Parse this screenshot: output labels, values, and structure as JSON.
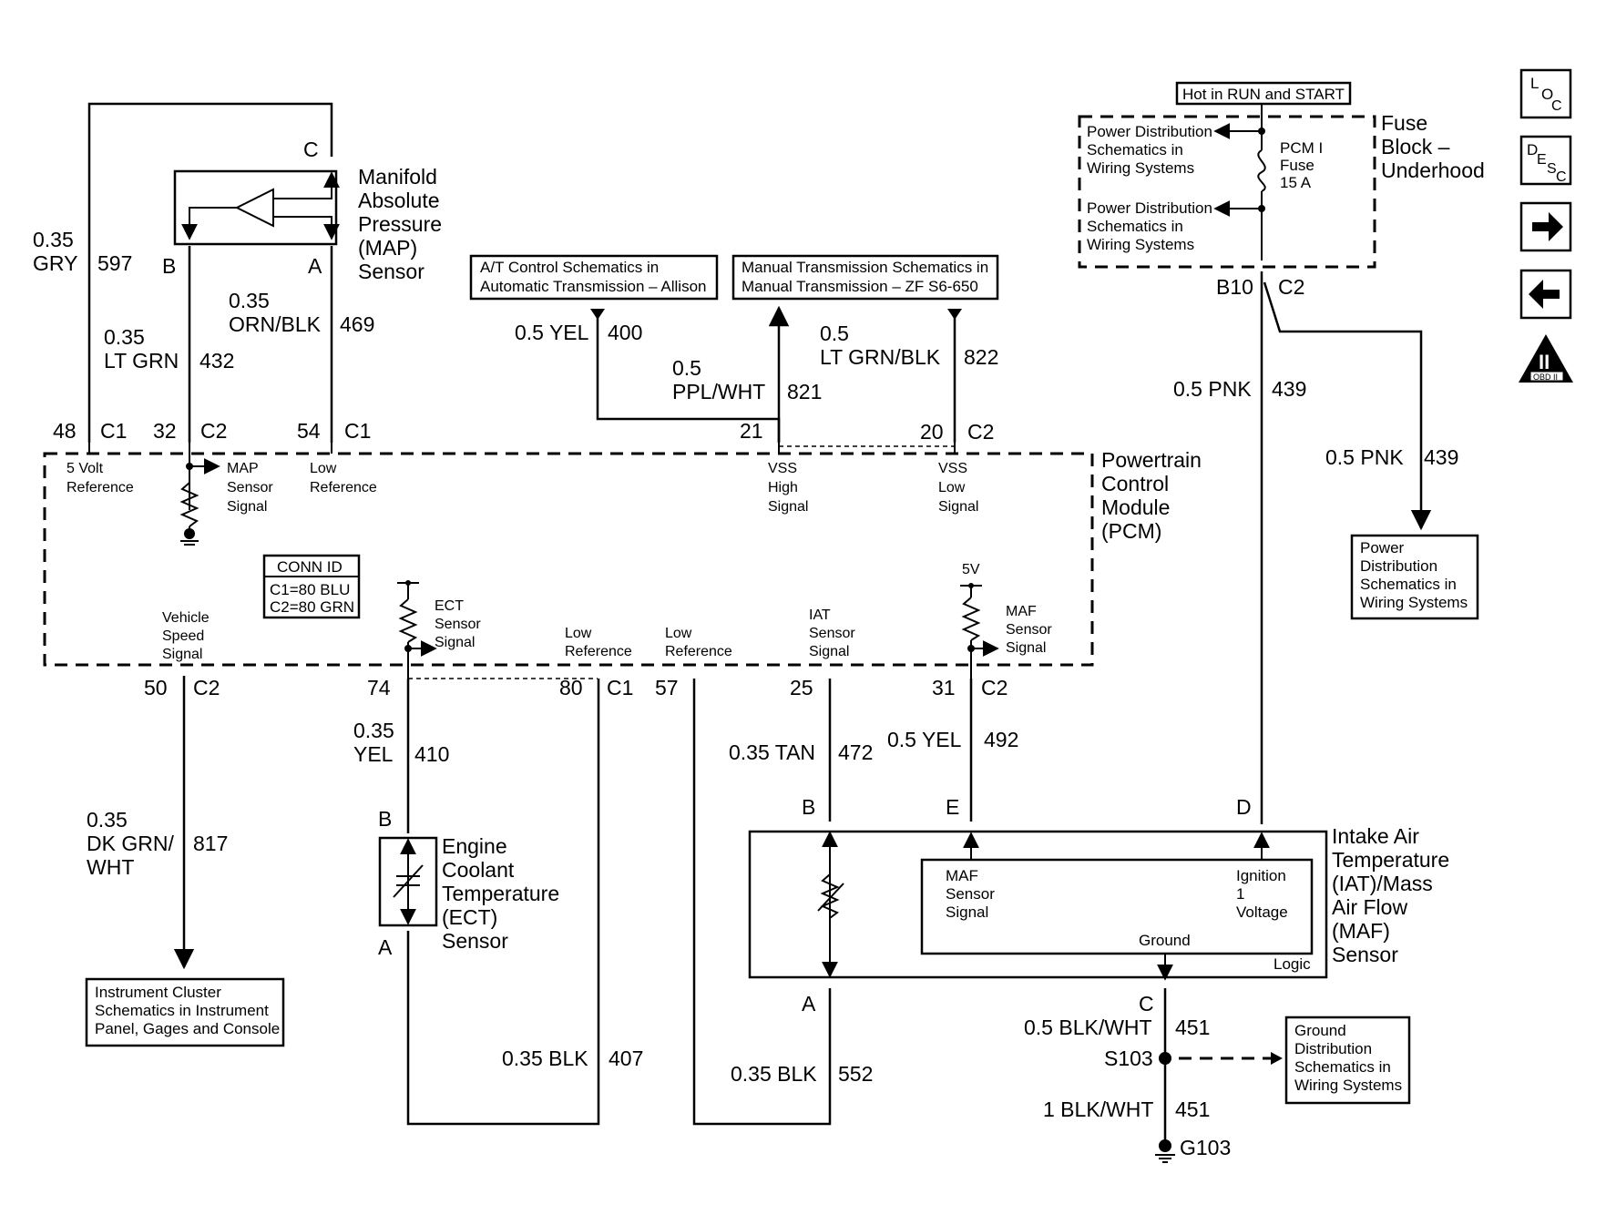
{
  "nav_icons": {
    "loc": {
      "main": "L",
      "a": "O",
      "b": "C"
    },
    "desc": {
      "main": "D",
      "a": "E",
      "b": "S",
      "c": "C"
    },
    "obd": "OBD II",
    "obd_mark": "II"
  },
  "map_sensor": {
    "title": [
      "Manifold",
      "Absolute",
      "Pressure",
      "(MAP)",
      "Sensor"
    ],
    "pin_c": "C",
    "pin_b": "B",
    "pin_a": "A"
  },
  "wires": {
    "w597": {
      "size": "0.35",
      "color": "GRY",
      "circuit": "597"
    },
    "w432": {
      "size": "0.35",
      "color": "LT GRN",
      "circuit": "432"
    },
    "w469": {
      "size": "0.35",
      "color": "ORN/BLK",
      "circuit": "469"
    },
    "w400": {
      "label": "0.5 YEL",
      "circuit": "400"
    },
    "w821": {
      "size": "0.5",
      "color": "PPL/WHT",
      "circuit": "821"
    },
    "w822": {
      "size": "0.5",
      "color": "LT GRN/BLK",
      "circuit": "822"
    },
    "w439a": {
      "label": "0.5 PNK",
      "circuit": "439"
    },
    "w439b": {
      "label": "0.5 PNK",
      "circuit": "439"
    },
    "w817": {
      "size": "0.35",
      "color1": "DK GRN/",
      "color2": "WHT",
      "circuit": "817"
    },
    "w410": {
      "size": "0.35",
      "color": "YEL",
      "circuit": "410"
    },
    "w472": {
      "label": "0.35 TAN",
      "circuit": "472"
    },
    "w492": {
      "label": "0.5 YEL",
      "circuit": "492"
    },
    "w407": {
      "label": "0.35 BLK",
      "circuit": "407"
    },
    "w552": {
      "label": "0.35 BLK",
      "circuit": "552"
    },
    "w451a": {
      "label": "0.5 BLK/WHT",
      "circuit": "451"
    },
    "w451b": {
      "label": "1 BLK/WHT",
      "circuit": "451"
    }
  },
  "ref_boxes": {
    "at": [
      "A/T Control Schematics in",
      "Automatic Transmission – Allison"
    ],
    "mt": [
      "Manual Transmission Schematics in",
      "Manual Transmission – ZF S6-650"
    ],
    "hot": "Hot in RUN and START",
    "pd1": [
      "Power Distribution",
      "Schematics in",
      "Wiring Systems"
    ],
    "pd2": [
      "Power Distribution",
      "Schematics in",
      "Wiring Systems"
    ],
    "pd3": [
      "Power",
      "Distribution",
      "Schematics in",
      "Wiring Systems"
    ],
    "ic": [
      "Instrument Cluster",
      "Schematics in Instrument",
      "Panel, Gages and Console"
    ],
    "gd": [
      "Ground",
      "Distribution",
      "Schematics in",
      "Wiring Systems"
    ]
  },
  "fuse_block": {
    "title": [
      "Fuse",
      "Block –",
      "Underhood"
    ],
    "fuse": [
      "PCM I",
      "Fuse",
      "15 A"
    ],
    "pin": "B10",
    "conn": "C2"
  },
  "pcm": {
    "title": [
      "Powertrain",
      "Control",
      "Module",
      "(PCM)"
    ],
    "top_pins": [
      {
        "pin": "48",
        "conn": "C1"
      },
      {
        "pin": "32",
        "conn": "C2"
      },
      {
        "pin": "54",
        "conn": "C1"
      },
      {
        "pin": "21",
        "conn": ""
      },
      {
        "pin": "20",
        "conn": "C2"
      }
    ],
    "bottom_pins": [
      {
        "pin": "50",
        "conn": "C2"
      },
      {
        "pin": "74",
        "conn": ""
      },
      {
        "pin": "80",
        "conn": "C1"
      },
      {
        "pin": "57",
        "conn": ""
      },
      {
        "pin": "25",
        "conn": ""
      },
      {
        "pin": "31",
        "conn": "C2"
      }
    ],
    "signals": {
      "ref5v": [
        "5 Volt",
        "Reference"
      ],
      "map": [
        "MAP",
        "Sensor",
        "Signal"
      ],
      "lowref_top": [
        "Low",
        "Reference"
      ],
      "vss_high": [
        "VSS",
        "High",
        "Signal"
      ],
      "vss_low": [
        "VSS",
        "Low",
        "Signal"
      ],
      "vehicle_speed": [
        "Vehicle",
        "Speed",
        "Signal"
      ],
      "ect": [
        "ECT",
        "Sensor",
        "Signal"
      ],
      "lowref1": [
        "Low",
        "Reference"
      ],
      "lowref2": [
        "Low",
        "Reference"
      ],
      "iat": [
        "IAT",
        "Sensor",
        "Signal"
      ],
      "maf": [
        "MAF",
        "Sensor",
        "Signal"
      ],
      "fivev": "5V"
    },
    "conn_id": {
      "title": "CONN ID",
      "c1": "C1=80 BLU",
      "c2": "C2=80 GRN"
    }
  },
  "ect_sensor": {
    "title": [
      "Engine",
      "Coolant",
      "Temperature",
      "(ECT)",
      "Sensor"
    ],
    "pin_b": "B",
    "pin_a": "A"
  },
  "iat_maf_sensor": {
    "title": [
      "Intake Air",
      "Temperature",
      "(IAT)/Mass",
      "Air Flow",
      "(MAF)",
      "Sensor"
    ],
    "pin_b": "B",
    "pin_e": "E",
    "pin_d": "D",
    "pin_a": "A",
    "pin_c": "C",
    "maf_signal": [
      "MAF",
      "Sensor",
      "Signal"
    ],
    "ignition": [
      "Ignition",
      "1",
      "Voltage"
    ],
    "ground": "Ground",
    "logic": "Logic"
  },
  "splice": "S103",
  "ground": "G103"
}
